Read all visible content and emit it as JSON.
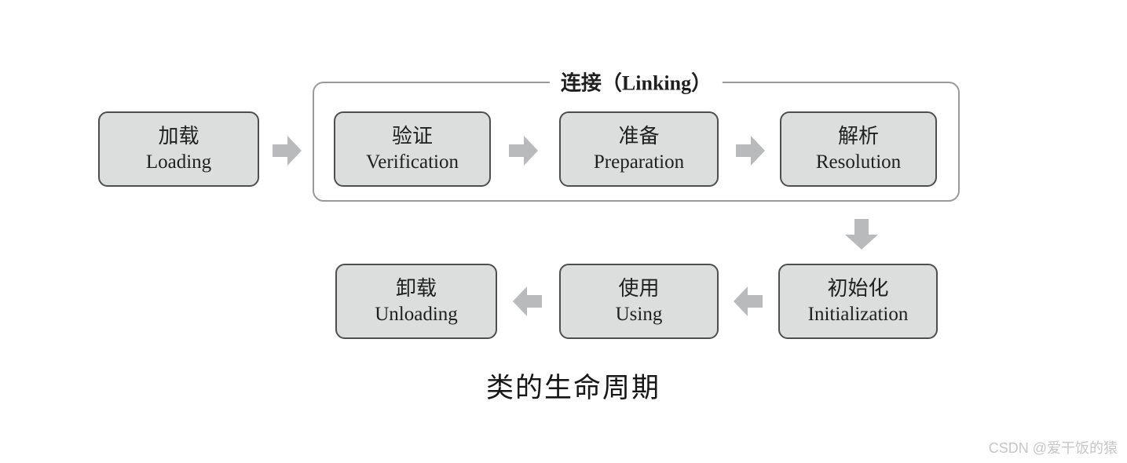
{
  "diagram": {
    "caption": "类的生命周期",
    "linking_group": {
      "label": "连接（Linking）"
    },
    "stages": [
      {
        "zh": "加载",
        "en": "Loading"
      },
      {
        "zh": "验证",
        "en": "Verification"
      },
      {
        "zh": "准备",
        "en": "Preparation"
      },
      {
        "zh": "解析",
        "en": "Resolution"
      },
      {
        "zh": "初始化",
        "en": "Initialization"
      },
      {
        "zh": "使用",
        "en": "Using"
      },
      {
        "zh": "卸载",
        "en": "Unloading"
      }
    ],
    "arrows": [
      {
        "from": "Loading",
        "to": "Verification",
        "direction": "right"
      },
      {
        "from": "Verification",
        "to": "Preparation",
        "direction": "right"
      },
      {
        "from": "Preparation",
        "to": "Resolution",
        "direction": "right"
      },
      {
        "from": "Resolution",
        "to": "Initialization",
        "direction": "down"
      },
      {
        "from": "Initialization",
        "to": "Using",
        "direction": "left"
      },
      {
        "from": "Using",
        "to": "Unloading",
        "direction": "left"
      }
    ],
    "colors": {
      "box_fill": "#dcdddd",
      "box_border": "#4e4e4e",
      "container_border": "#999999",
      "arrow": "#b9babb",
      "text": "#1f1f1f",
      "watermark": "#c6c6c6",
      "background": "#ffffff"
    }
  },
  "watermark": {
    "text": "CSDN @爱干饭的猿"
  }
}
